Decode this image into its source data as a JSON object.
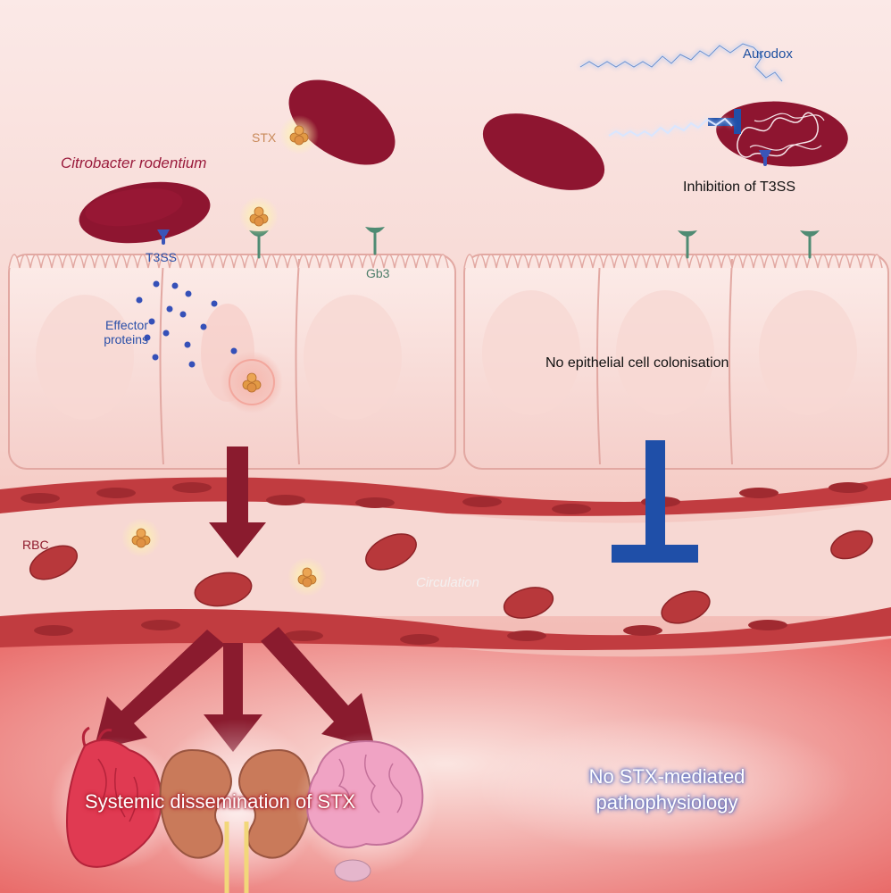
{
  "labels": {
    "bacterium": "Citrobacter rodentium",
    "t3ss": "T3SS",
    "effector": "Effector proteins",
    "stx": "STX",
    "gb3": "Gb3",
    "aurodox": "Aurodox",
    "inhibition": "Inhibition of T3SS",
    "no_colonisation": "No epithelial cell colonisation",
    "rbc": "RBC",
    "circulation": "Circulation",
    "systemic": "Systemic dissemination of STX",
    "no_pathophysiology": "No STX-mediated pathophysiology"
  },
  "colors": {
    "bacterium": "#8e1530",
    "inhibitor": "#1f4fa8",
    "arrow": "#8a1b2e",
    "toxin": "#e8a04a",
    "epithelium": "#fbe4e0",
    "vessel": "#c94044"
  },
  "icons": [
    "heart-organ-icon",
    "kidney-organ-icon",
    "brain-organ-icon",
    "toxin-cluster-icon",
    "inhibition-bar-icon"
  ]
}
